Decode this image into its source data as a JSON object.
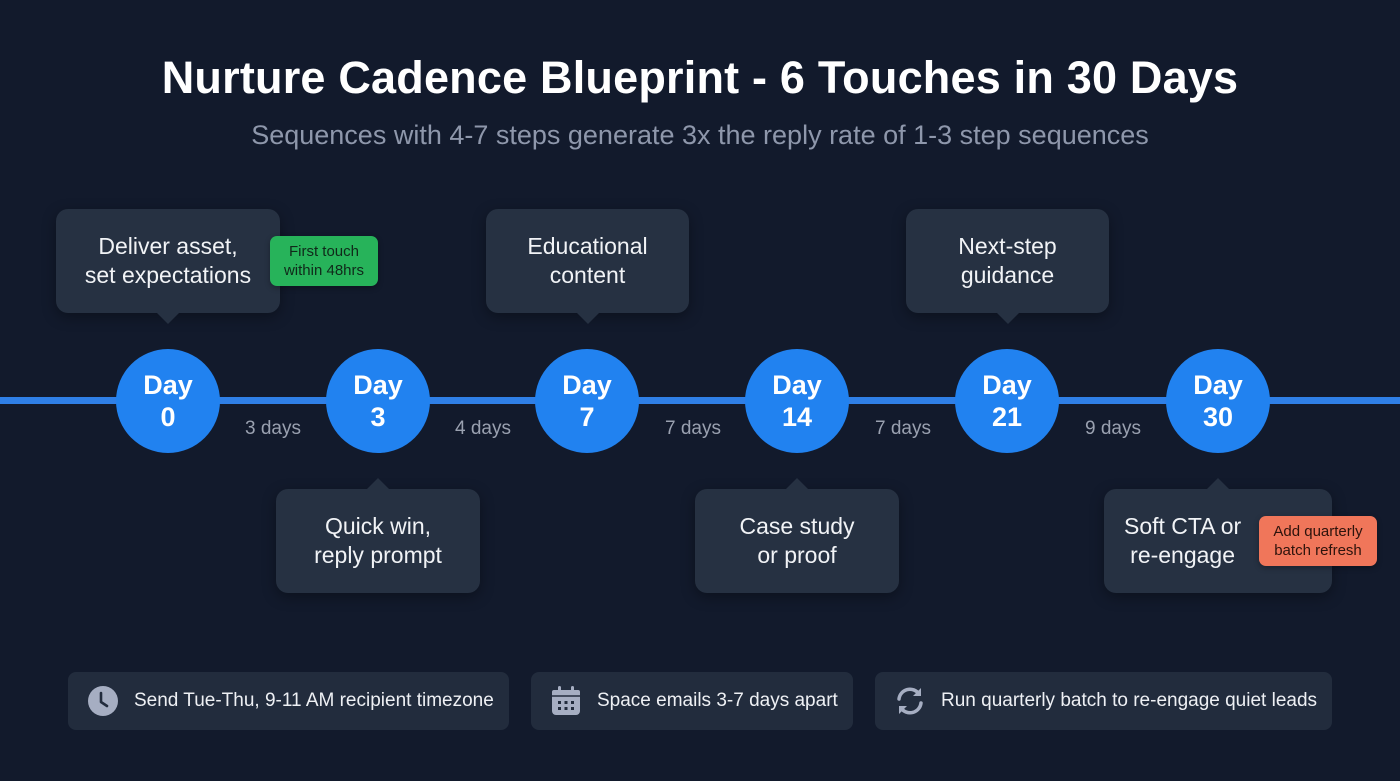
{
  "header": {
    "title": "Nurture Cadence Blueprint - 6 Touches in 30 Days",
    "subtitle": "Sequences with 4-7 steps generate 3x the reply rate of 1-3 step sequences"
  },
  "colors": {
    "background": "#121a2c",
    "timeline": "#2f7fe6",
    "node": "#2182f0",
    "card": "#263142",
    "badge_green": "#27b35a",
    "badge_orange": "#f0765a",
    "muted_text": "#9aa1b0"
  },
  "timeline": {
    "nodes": [
      {
        "line1": "Day",
        "line2": "0",
        "card": "Deliver asset,\nset expectations",
        "card_position": "top"
      },
      {
        "line1": "Day",
        "line2": "3",
        "card": "Quick win,\nreply prompt",
        "card_position": "bottom"
      },
      {
        "line1": "Day",
        "line2": "7",
        "card": "Educational\ncontent",
        "card_position": "top"
      },
      {
        "line1": "Day",
        "line2": "14",
        "card": "Case study\nor proof",
        "card_position": "bottom"
      },
      {
        "line1": "Day",
        "line2": "21",
        "card": "Next-step\nguidance",
        "card_position": "top"
      },
      {
        "line1": "Day",
        "line2": "30",
        "card": "Soft CTA or\nre-engage",
        "card_position": "bottom"
      }
    ],
    "gaps": [
      "3 days",
      "4 days",
      "7 days",
      "7 days",
      "9 days"
    ],
    "badges": {
      "first_touch": "First touch\nwithin 48hrs",
      "quarterly": "Add quarterly\nbatch refresh"
    }
  },
  "tips": [
    {
      "icon": "clock-icon",
      "text": "Send Tue-Thu, 9-11 AM recipient timezone"
    },
    {
      "icon": "calendar-icon",
      "text": "Space emails 3-7 days apart"
    },
    {
      "icon": "refresh-icon",
      "text": "Run quarterly batch to re-engage quiet leads"
    }
  ]
}
